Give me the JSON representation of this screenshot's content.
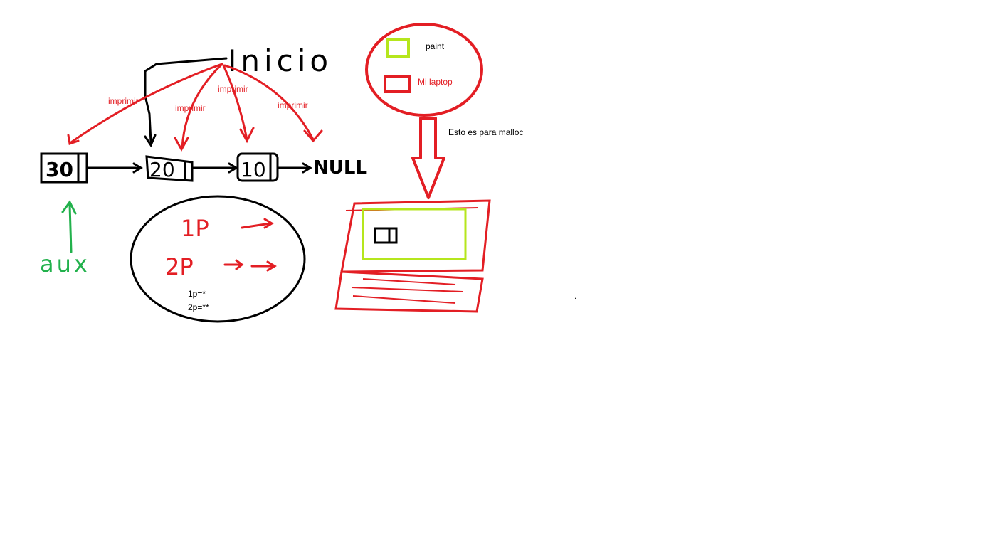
{
  "colors": {
    "black": "#000000",
    "red": "#e31e24",
    "green": "#22b14c",
    "lime": "#b5e61d"
  },
  "top_label": "Inicio",
  "arrow_labels": [
    "imprimir",
    "imprimir",
    "imprimir",
    "imprimir"
  ],
  "nodes": [
    "30",
    "20",
    "10"
  ],
  "null_label": "NULL",
  "aux_label": "aux",
  "pointer_bubble": {
    "row1": "1P",
    "row2": "2P",
    "note1": "1p=*",
    "note2": "2p=**"
  },
  "legend": {
    "item1": "paint",
    "item2": "Mi laptop"
  },
  "malloc_note": "Esto es para malloc",
  "dot": "."
}
